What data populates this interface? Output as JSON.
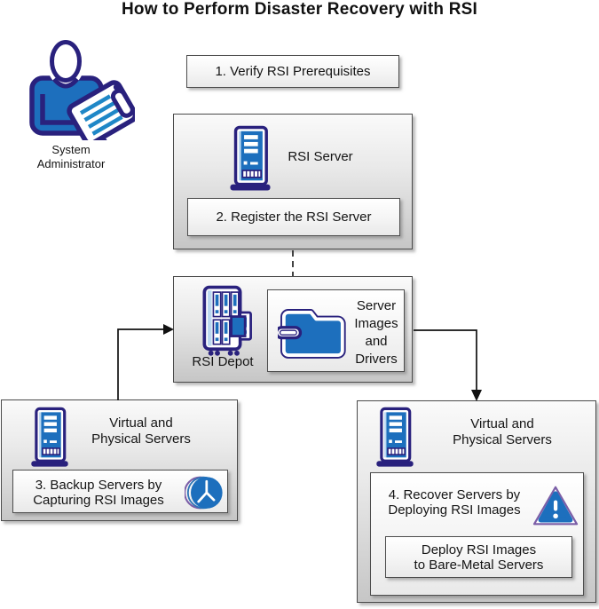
{
  "title": "How to Perform Disaster Recovery with RSI",
  "actor": {
    "name_lines": [
      "System",
      "Administrator"
    ]
  },
  "step1": {
    "label": "1. Verify RSI Prerequisites"
  },
  "rsi_server_group": {
    "name": "RSI Server",
    "step2": "2. Register the RSI Server"
  },
  "rsi_depot_group": {
    "name": "RSI Depot",
    "images_lines": [
      "Server",
      "Images",
      "and",
      "Drivers"
    ]
  },
  "backup_group": {
    "name_lines": [
      "Virtual and",
      "Physical Servers"
    ],
    "step3_lines": [
      "3. Backup Servers by",
      "Capturing RSI Images"
    ]
  },
  "recover_group": {
    "name_lines": [
      "Virtual and",
      "Physical Servers"
    ],
    "step4_lines": [
      "4. Recover Servers by",
      "Deploying RSI Images"
    ],
    "deploy_lines": [
      "Deploy RSI Images",
      "to Bare-Metal Servers"
    ]
  },
  "colors": {
    "icon_outline_navy": "#29217D",
    "icon_fill_blue": "#1D6FBD",
    "stripe_light_blue": "#1F87C7",
    "warning_outline_purple": "#7B5EA7",
    "box_border": "#4A4A4A",
    "connector_black": "#111111"
  }
}
